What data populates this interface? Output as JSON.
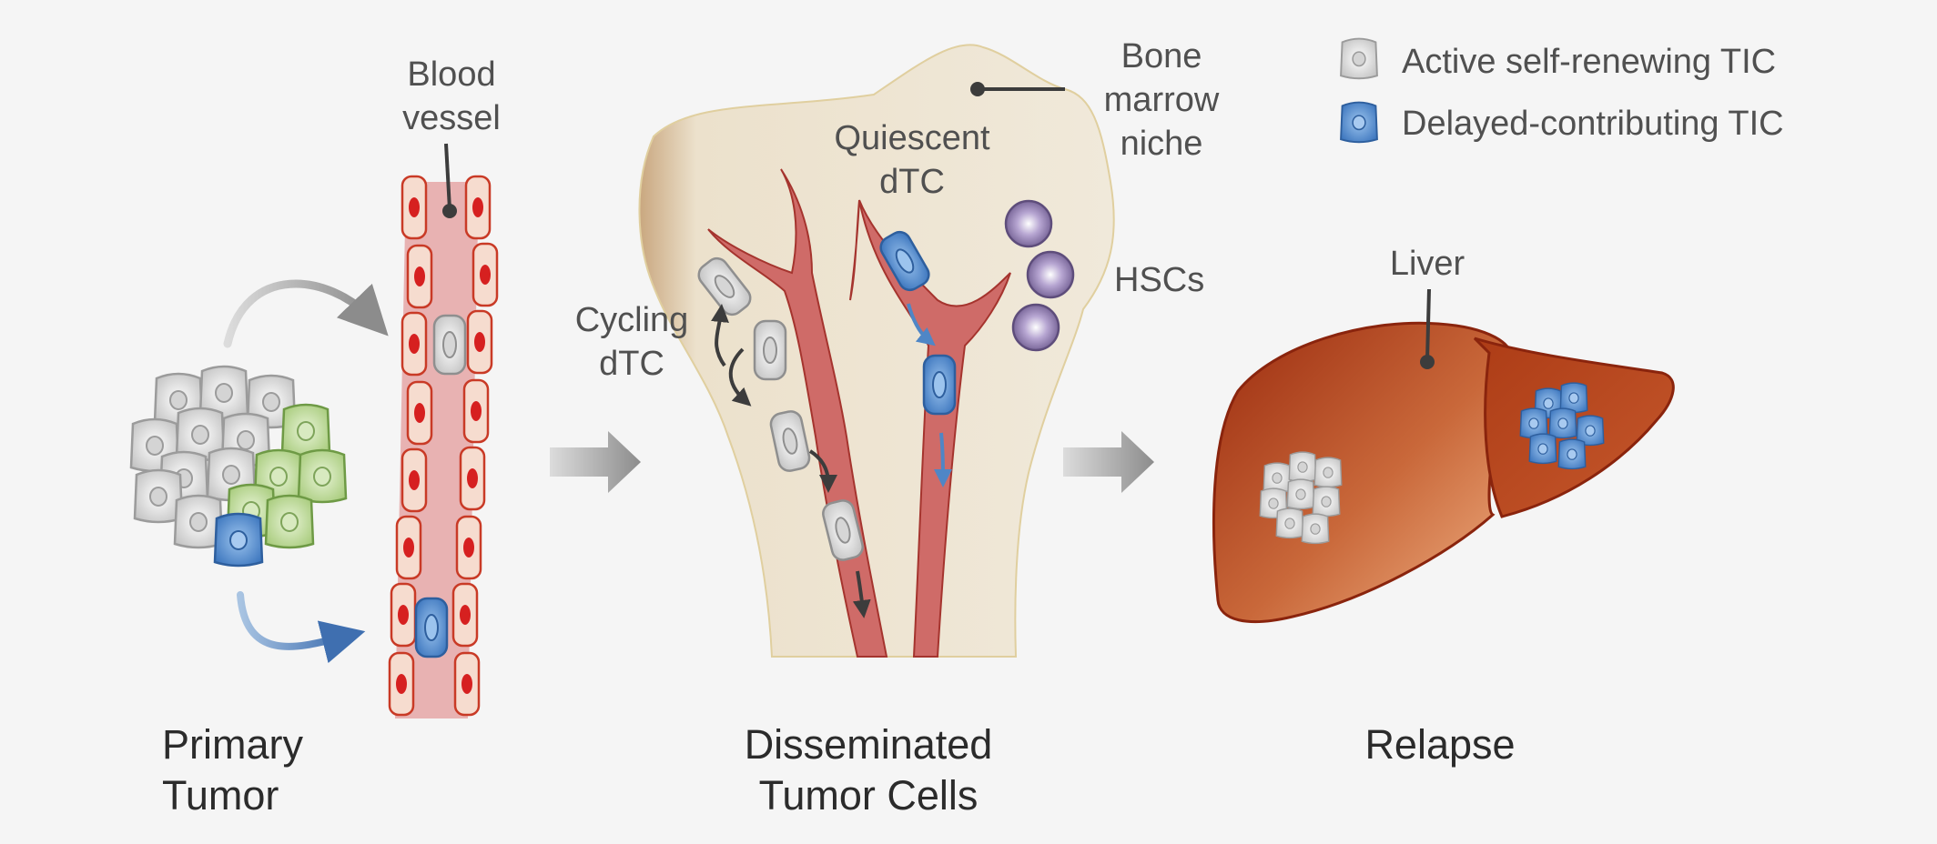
{
  "legend": {
    "items": [
      {
        "label": "Active self-renewing TIC",
        "icon": "gray-cell-icon",
        "color": "#c4c4c4"
      },
      {
        "label": "Delayed-contributing TIC",
        "icon": "blue-cell-icon",
        "color": "#4f86c6"
      }
    ]
  },
  "labels": {
    "blood_vessel": [
      "Blood",
      "vessel"
    ],
    "bone_marrow_niche": [
      "Bone",
      "marrow",
      "niche"
    ],
    "quiescent_dtc": [
      "Quiescent",
      "dTC"
    ],
    "cycling_dtc": [
      "Cycling",
      "dTC"
    ],
    "hscs": "HSCs",
    "liver": "Liver"
  },
  "sections": {
    "primary_tumor": [
      "Primary",
      "Tumor"
    ],
    "disseminated": [
      "Disseminated",
      "Tumor Cells"
    ],
    "relapse": "Relapse"
  },
  "colors": {
    "gray_cell": "#c8c8c8",
    "blue_cell": "#4f86c6",
    "green_cell": "#b4d28c",
    "vessel": "#e8b2b2",
    "vessel_cell_nucleus": "#cc1f1f",
    "bone": "#efe8d8",
    "liver": "#b5441c",
    "hsc": "#8a7aa6"
  }
}
